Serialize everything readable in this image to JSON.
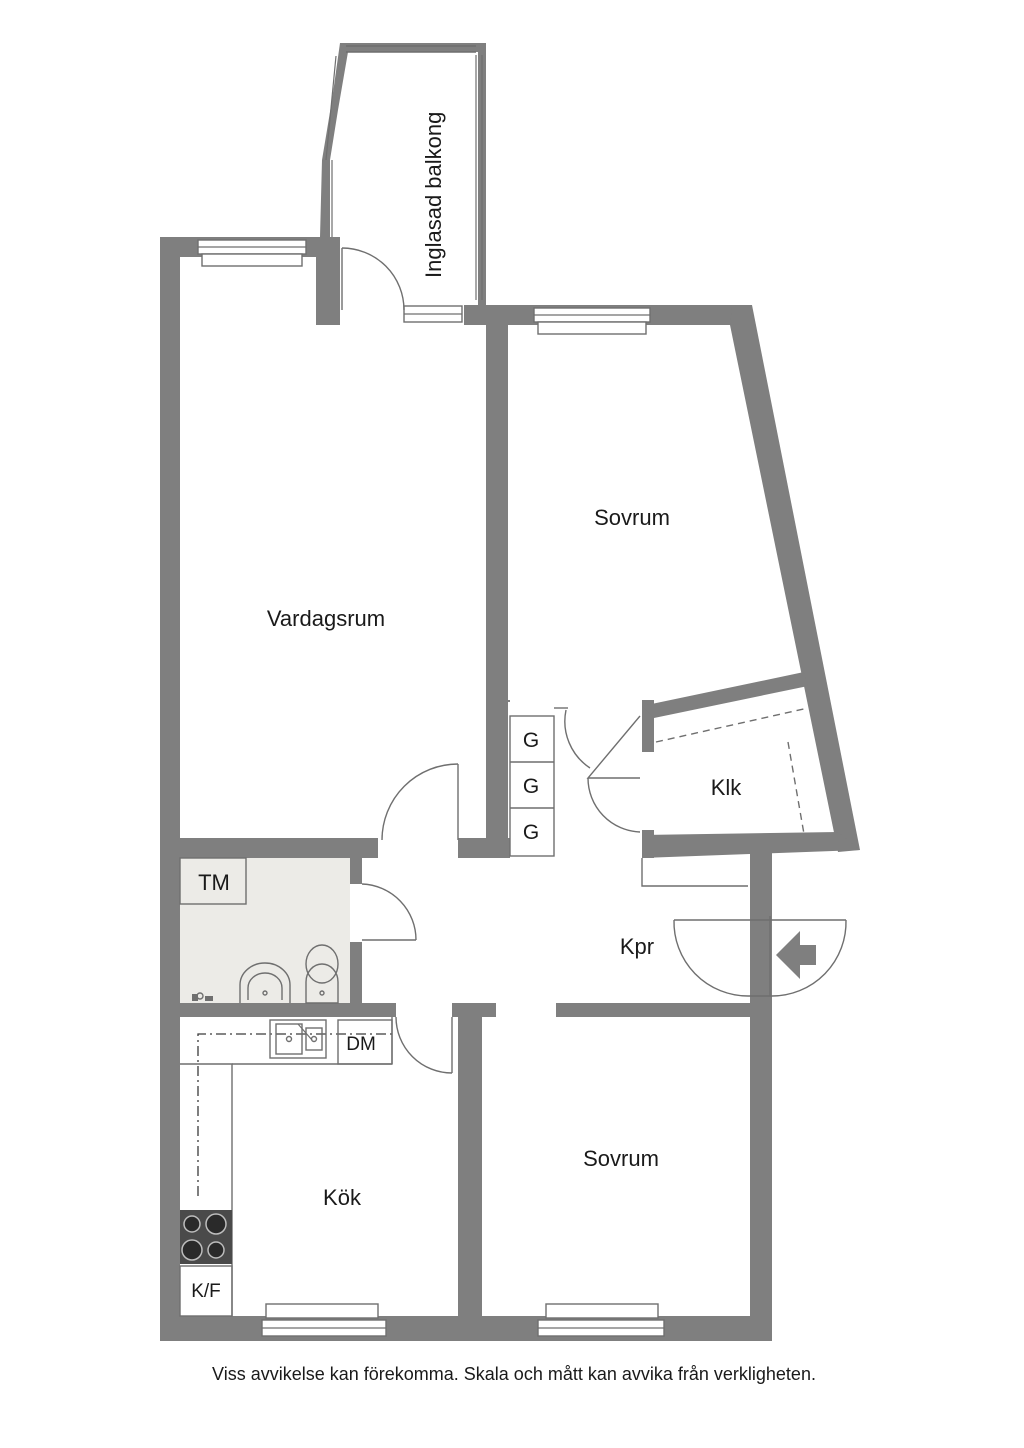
{
  "rooms": {
    "balcony": "Inglasad balkong",
    "living_room": "Vardagsrum",
    "bedroom_top": "Sovrum",
    "walk_in_closet": "Klk",
    "hallway": "Kpr",
    "bathroom": "TM",
    "kitchen": "Kök",
    "bedroom_bottom": "Sovrum"
  },
  "fixtures": {
    "wardrobe_1": "G",
    "wardrobe_2": "G",
    "wardrobe_3": "G",
    "dishwasher": "DM",
    "fridge_freezer": "K/F"
  },
  "disclaimer": "Viss avvikelse kan förekomma. Skala och mått kan avvika från verkligheten.",
  "colors": {
    "wall": "#7f7f7f",
    "wet_room_floor": "#ecebe7",
    "text": "#1a1a1a"
  },
  "icons": [
    "entrance-arrow-icon",
    "stove-icon",
    "sink-icon",
    "toilet-icon",
    "washbasin-icon",
    "faucet-icon"
  ]
}
